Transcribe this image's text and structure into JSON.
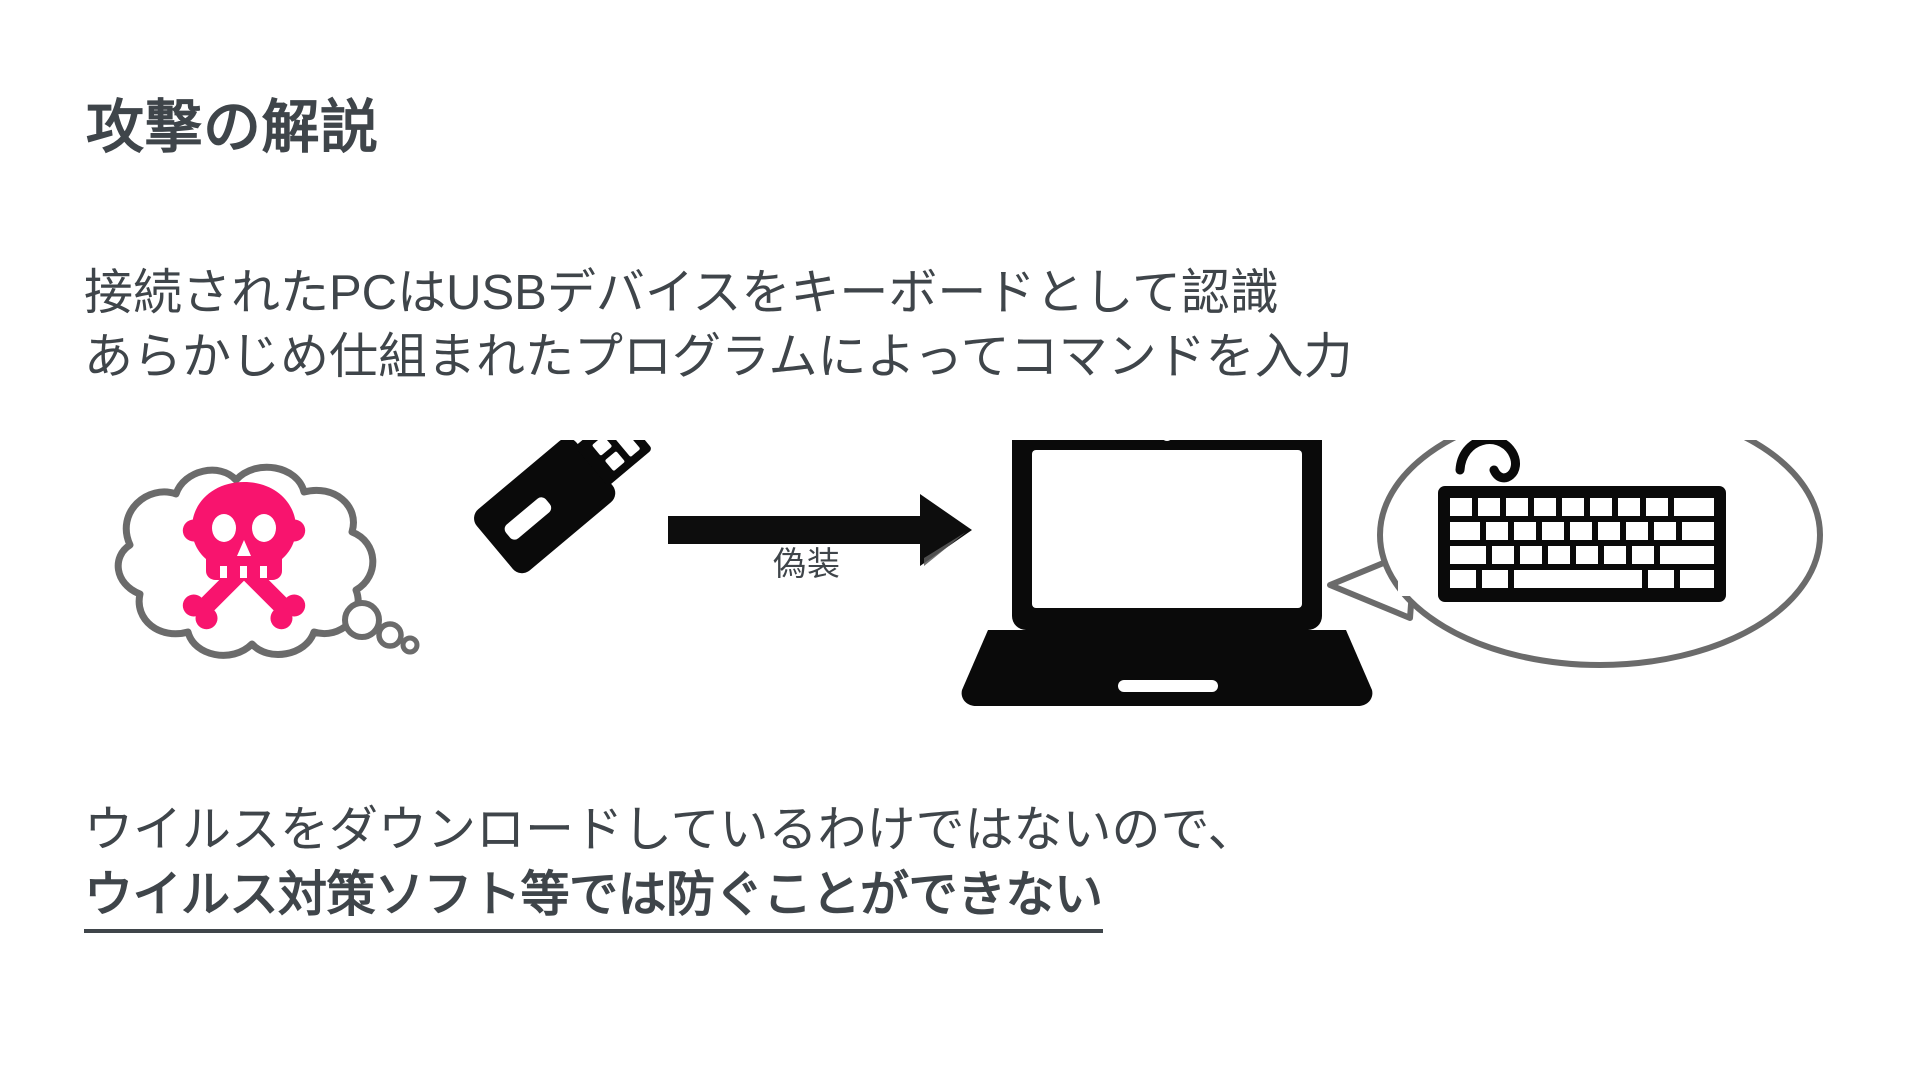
{
  "slide": {
    "background_color": "#ffffff",
    "text_color": "#3f454a",
    "accent_color": "#f8146e"
  },
  "title": "攻撃の解説",
  "intro": {
    "line1": "接続されたPCはUSBデバイスをキーボードとして認識",
    "line2": "あらかじめ仕組まれたプログラムによってコマンドを入力"
  },
  "diagram": {
    "arrow_label": "偽装",
    "nodes": [
      {
        "name": "attacker-thought-cloud",
        "icon": "skull-crossbones-icon",
        "color": "#f8146e"
      },
      {
        "name": "usb-flash-drive",
        "icon": "usb-drive-icon",
        "color": "#000000"
      },
      {
        "name": "arrow",
        "icon": "right-arrow-icon",
        "color": "#000000"
      },
      {
        "name": "laptop",
        "icon": "laptop-icon",
        "color": "#000000"
      },
      {
        "name": "speech-bubble",
        "icon": "keyboard-icon",
        "color": "#000000"
      }
    ]
  },
  "conclusion": {
    "line1": "ウイルスをダウンロードしているわけではないので、",
    "line2_emphasis": "ウイルス対策ソフト等では防ぐことができない"
  }
}
